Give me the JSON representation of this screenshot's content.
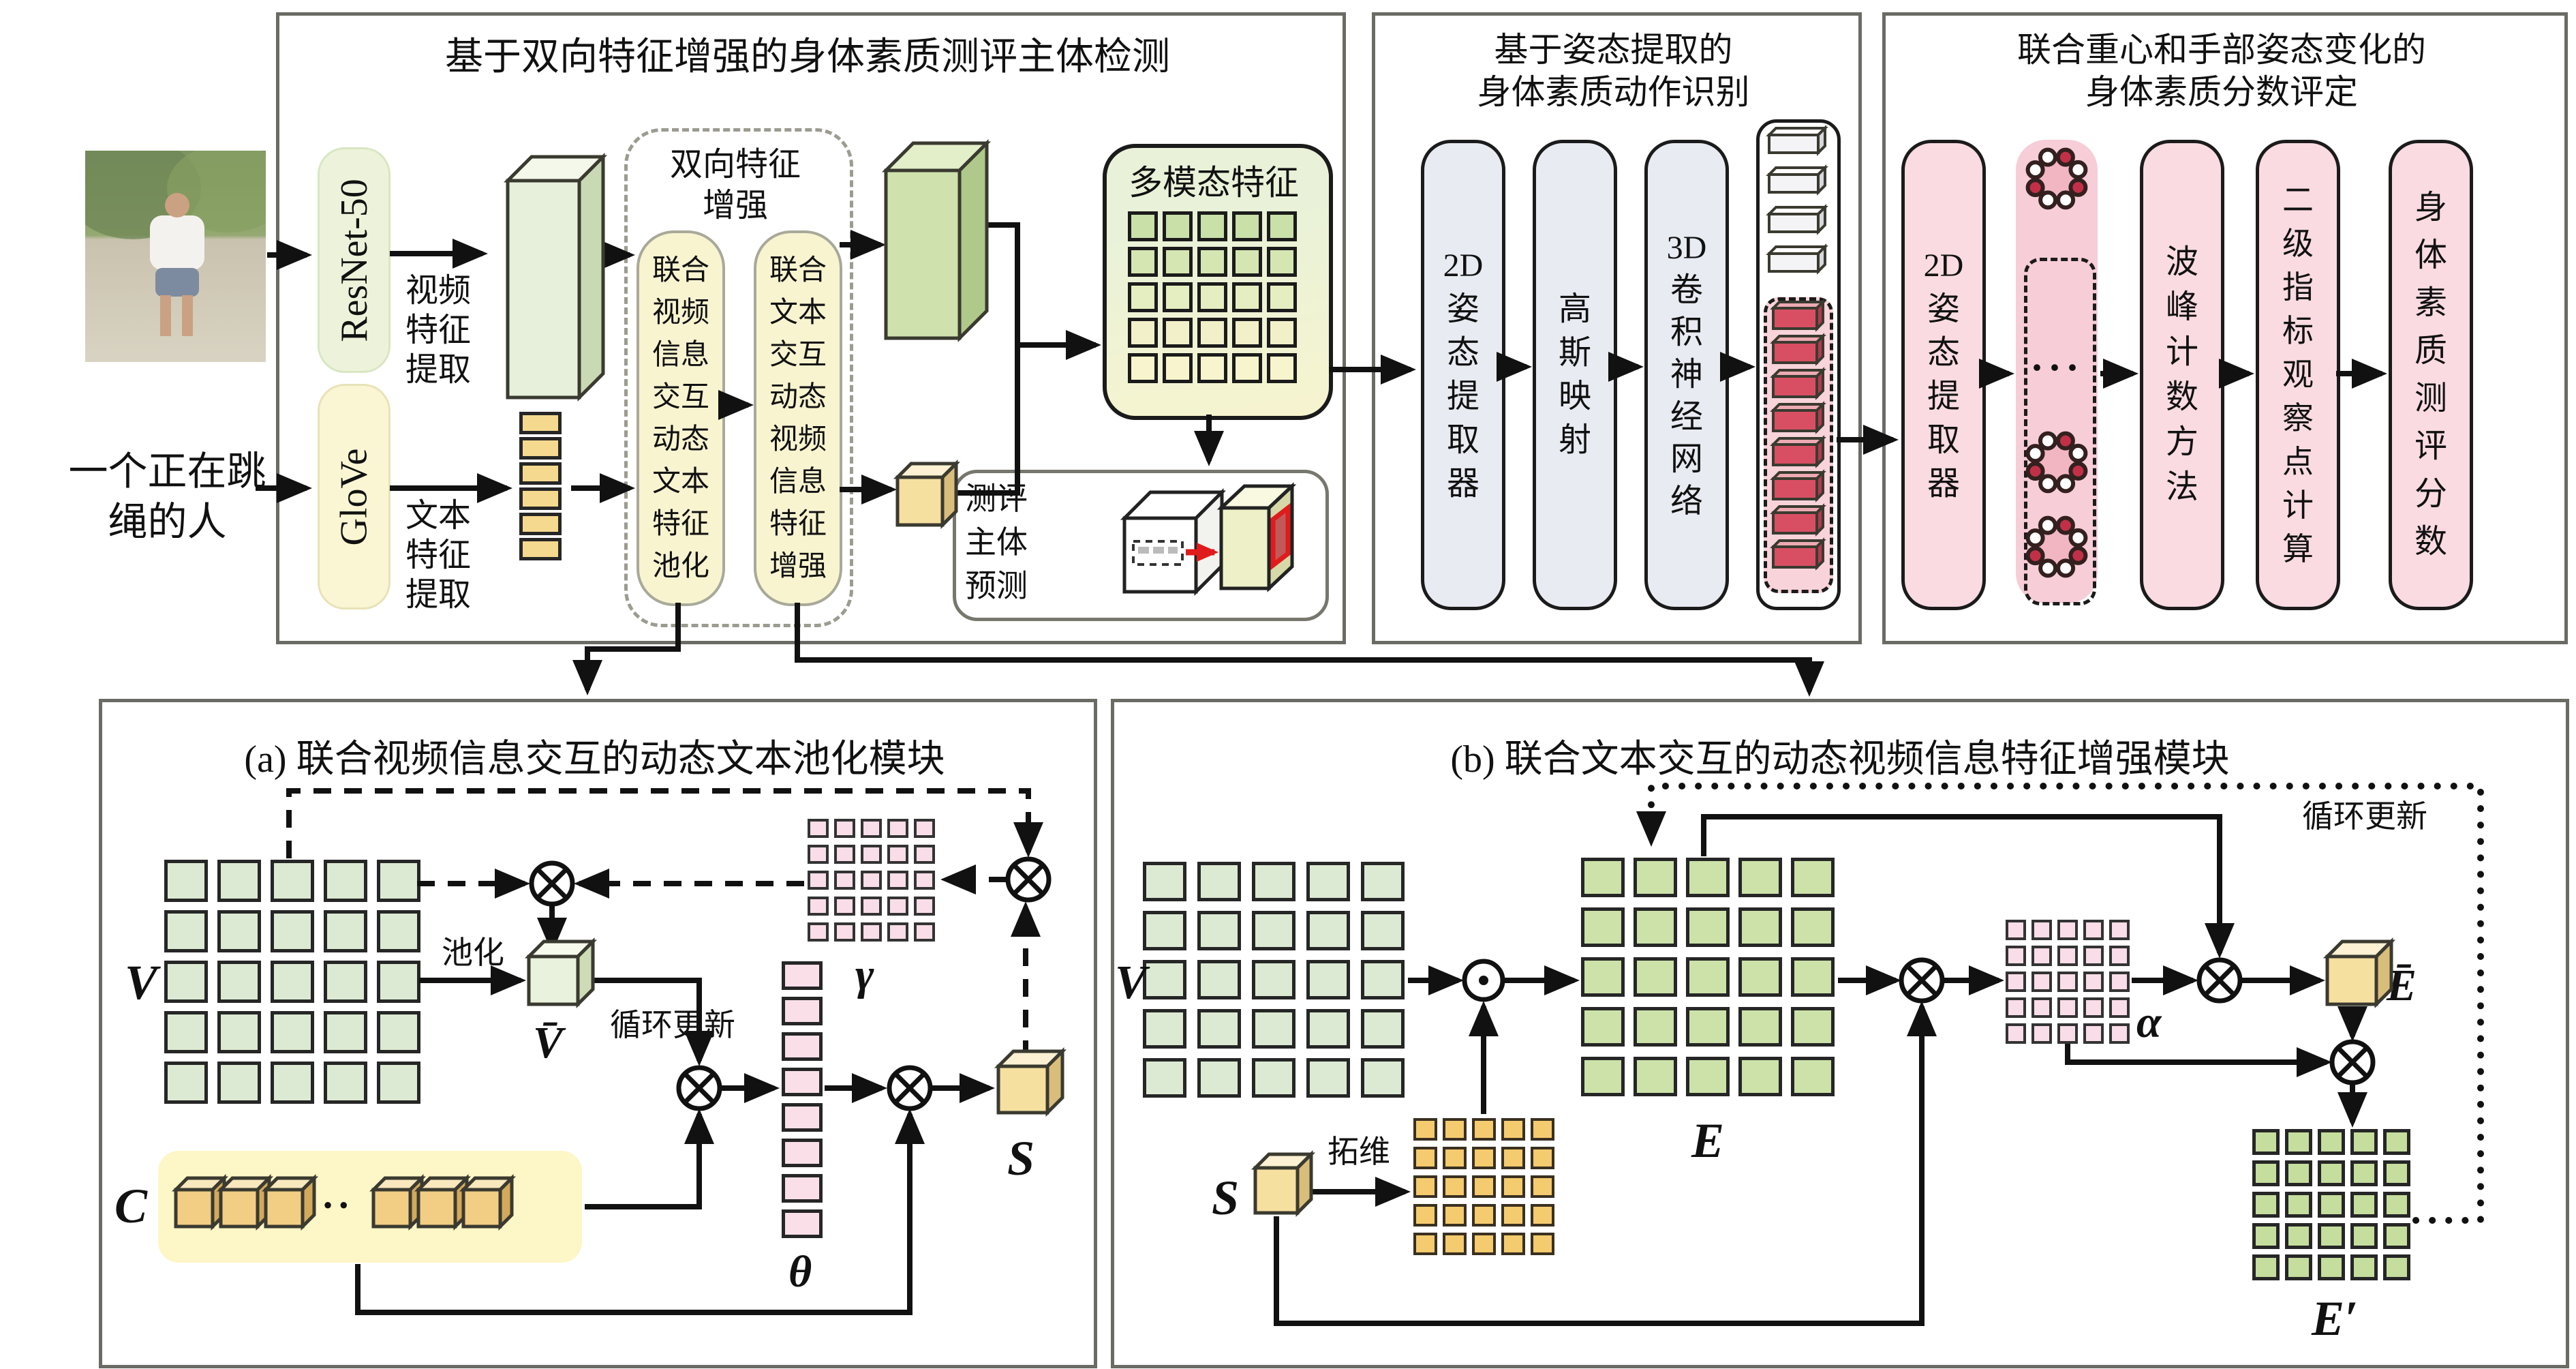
{
  "box1": {
    "title": "基于双向特征增强的身体素质测评主体检测",
    "input_caption": "一个正在跳绳的人",
    "resnet_label": "ResNet-50",
    "glove_label": "GloVe",
    "video_feature_label": "视频特征提取",
    "text_feature_label": "文本特征提取",
    "bidirectional_title": "双向特征增强",
    "pill_video": "联合视频信息交互动态文本特征池化",
    "pill_text": "联合文本交互动态视频信息特征增强",
    "multimodal_title": "多模态特征",
    "subject_predict_label": "测评主体预测"
  },
  "box2": {
    "title1": "基于姿态提取的",
    "title2": "身体素质动作识别",
    "pill_2d": "2D姿态提取器",
    "pill_gauss": "高斯映射",
    "pill_3dcnn": "3D卷积神经网络"
  },
  "box3": {
    "title1": "联合重心和手部姿态变化的",
    "title2": "身体素质分数评定",
    "pill_2d": "2D姿态提取器",
    "pill_peak": "波峰计数方法",
    "pill_secondary": "二级指标观察点计算",
    "pill_score": "身体素质测评分数",
    "cluster_dots": "···"
  },
  "module_a": {
    "title": "(a) 联合视频信息交互的动态文本池化模块",
    "loop_label": "循环更新",
    "pool_label": "池化",
    "v": "V",
    "vbar": "V̄",
    "gamma": "γ",
    "theta": "θ",
    "c": "C",
    "s": "S",
    "dots": "···"
  },
  "module_b": {
    "title": "(b) 联合文本交互的动态视频信息特征增强模块",
    "loop_label": "循环更新",
    "expand_label": "拓维",
    "v": "V",
    "s": "S",
    "e": "E",
    "alpha": "α",
    "ebar": "Ē",
    "eprime": "E′"
  },
  "grids": {
    "v_a": {
      "cols": 5,
      "rows": 5,
      "fill": "#dcead3",
      "border": "#262626",
      "bw": 5
    },
    "gamma": {
      "cols": 5,
      "rows": 5,
      "fill": "#f9dde8",
      "border": "#333333",
      "bw": 4
    },
    "theta": {
      "cols": 1,
      "rows": 8,
      "fill": "#fadfe9",
      "border": "#262626",
      "bw": 5
    },
    "v_b": {
      "cols": 5,
      "rows": 5,
      "fill": "#dcead3",
      "border": "#262626",
      "bw": 5
    },
    "e": {
      "cols": 5,
      "rows": 5,
      "fill": "#cce2a9",
      "border": "#262626",
      "bw": 5
    },
    "alpha": {
      "cols": 5,
      "rows": 5,
      "fill": "#f9dde8",
      "border": "#333333",
      "bw": 4
    },
    "ygrid": {
      "cols": 5,
      "rows": 5,
      "fill": "#f4cb6e",
      "border": "#3a3020",
      "bw": 4
    },
    "eprime": {
      "cols": 5,
      "rows": 5,
      "fill": "#c5dd9d",
      "border": "#262626",
      "bw": 5
    },
    "vector": {
      "cols": 1,
      "rows": 6,
      "fill": "#f5d98e",
      "border": "#262626",
      "bw": 5
    },
    "multimodal": {
      "cols": 5,
      "rows": 5,
      "fill": "#d5e6b3",
      "border": "#1b1b1b",
      "bw": 5,
      "row_fills": [
        "#c9e0a9",
        "#d5e6b3",
        "#e5eec1",
        "#f2f0c9",
        "#f8f4cd"
      ]
    }
  },
  "colors": {
    "wire": "#111111",
    "cube_front": "#f2cd84",
    "cube_top": "#f9e7bd",
    "cube_side": "#d3a95c",
    "scube_front": "#f6e0a0",
    "scube_top": "#fcf1d2",
    "scube_side": "#d9bd7a",
    "vbar_front": "#e9f2dc",
    "vbar_top": "#f5faec",
    "vbar_side": "#cddcb5",
    "slab1_front": "#e7f0da",
    "slab1_top": "#f3f8ea",
    "slab1_side": "#c9d9b3",
    "slab2_front": "#cfe2ad",
    "slab2_top": "#e2efc9",
    "slab2_side": "#aec989",
    "whitebar_front": "#f4f4f6",
    "whitebar_top": "#ffffff",
    "whitebar_side": "#d8d8da",
    "redbar_front": "#d84f63",
    "redbar_top": "#edaab2",
    "redbar_side": "#b23a4e",
    "cluster_petal": "#f2b6c3",
    "cluster_dot_dark": "#c23048",
    "cluster_dot_light": "#ffffff",
    "red_accent": "#e01b1b"
  }
}
